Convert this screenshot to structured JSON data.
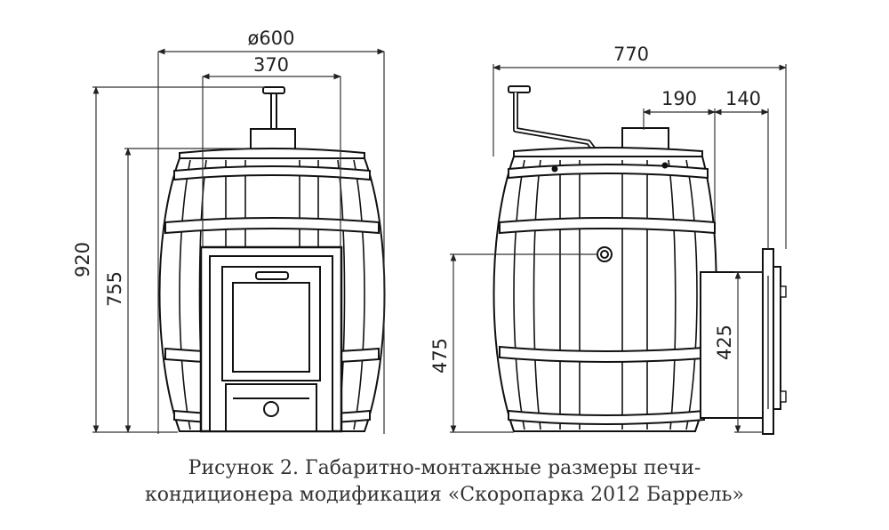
{
  "front_view": {
    "dim_diameter": "ø600",
    "dim_width": "370",
    "dim_height_total": "920",
    "dim_height_body": "755"
  },
  "side_view": {
    "dim_depth": "770",
    "dim_chimney_offset": "190",
    "dim_rear": "140",
    "dim_tank_height": "475",
    "dim_pipe_height": "425"
  },
  "caption": {
    "line1": "Рисунок 2. Габаритно-монтажные размеры печи-",
    "line2": "кондиционера модификация «Скоропарка 2012 Баррель»"
  }
}
